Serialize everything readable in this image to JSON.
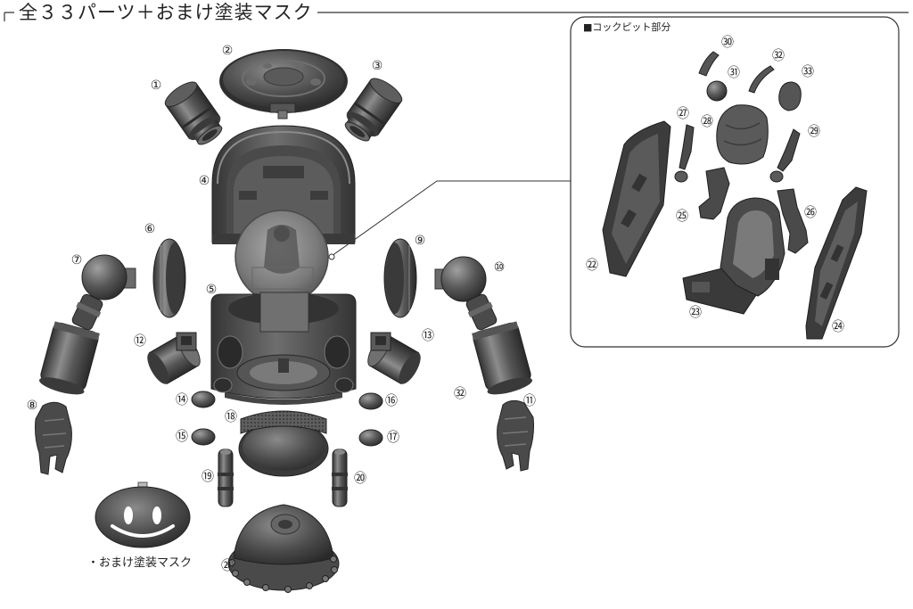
{
  "title": "全３３パーツ＋おまけ塗装マスク",
  "main_labels": [
    "①",
    "②",
    "③",
    "④",
    "⑤",
    "⑥",
    "⑦",
    "⑧",
    "⑨",
    "⑩",
    "⑪",
    "⑫",
    "⑬",
    "⑭",
    "⑮",
    "⑯",
    "⑰",
    "⑱",
    "⑲",
    "⑳",
    "㉑",
    "㉜"
  ],
  "cockpit": {
    "heading": "■コックピット部分",
    "labels": [
      "㉚",
      "㉛",
      "㉜",
      "㉝",
      "㉗",
      "㉘",
      "㉙",
      "㉕",
      "㉖",
      "㉒",
      "㉓",
      "㉔"
    ]
  },
  "bonus_label": "・おまけ塗装マスク",
  "colors": {
    "background": "#ffffff",
    "line": "#333333",
    "part_dark": "#3a3a3a",
    "part_mid": "#5a5a5a",
    "part_light": "#8c8c8c"
  }
}
